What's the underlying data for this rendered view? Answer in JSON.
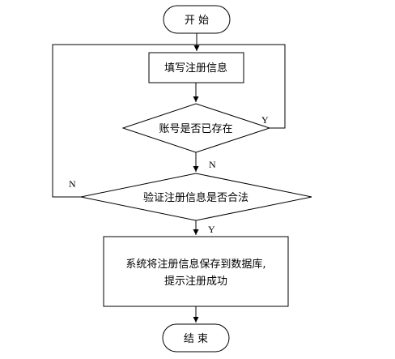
{
  "nodes": {
    "start": "开 始",
    "fill_info": "填写注册信息",
    "account_exists": "账号是否已存在",
    "validate": "验证注册信息是否合法",
    "save_line1": "系统将注册信息保存到数据库,",
    "save_line2": "提示注册成功",
    "end": "结 束"
  },
  "edge_labels": {
    "exists_yes": "Y",
    "exists_no": "N",
    "valid_no": "N",
    "valid_yes": "Y"
  }
}
